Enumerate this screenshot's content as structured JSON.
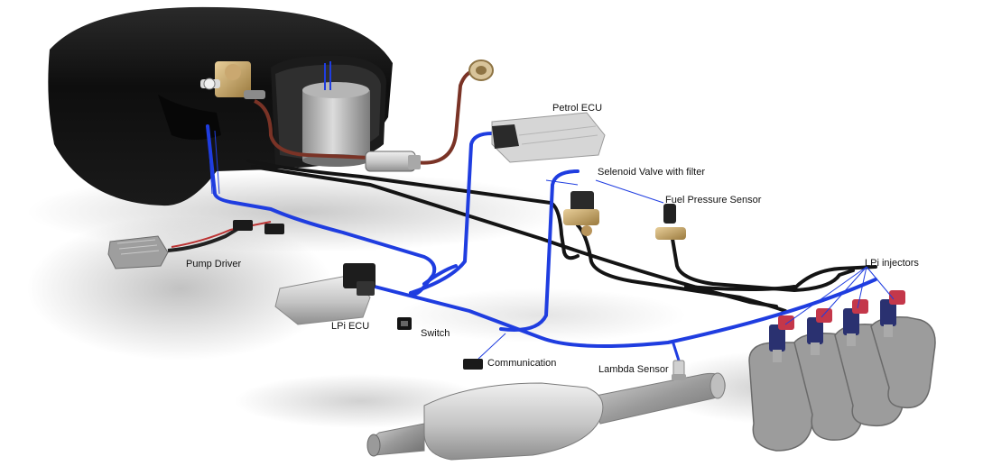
{
  "labels": {
    "petrol_ecu": "Petrol ECU",
    "selenoid_valve": "Selenoid Valve with filter",
    "fuel_pressure_sensor": "Fuel Pressure Sensor",
    "lpi_injectors": "LPi injectors",
    "pump_driver": "Pump Driver",
    "lpi_ecu": "LPi ECU",
    "switch": "Switch",
    "communication": "Communication",
    "lambda_sensor": "Lambda Sensor"
  },
  "colors": {
    "wire_blue": "#1f3de0",
    "fuel_line": "#141414",
    "return_line": "#7a3326",
    "tank": "#0e0e0e",
    "metal": "#c9c9c9",
    "injector_red": "#c4374a",
    "injector_blue": "#2a3170"
  },
  "icons": [
    "lpg-tank",
    "fuel-pump",
    "petrol-ecu",
    "selenoid-valve",
    "pressure-sensor",
    "pump-driver",
    "lpi-ecu",
    "switch",
    "connector",
    "lambda-sensor",
    "exhaust-catalyst",
    "intake-manifold",
    "injector"
  ]
}
